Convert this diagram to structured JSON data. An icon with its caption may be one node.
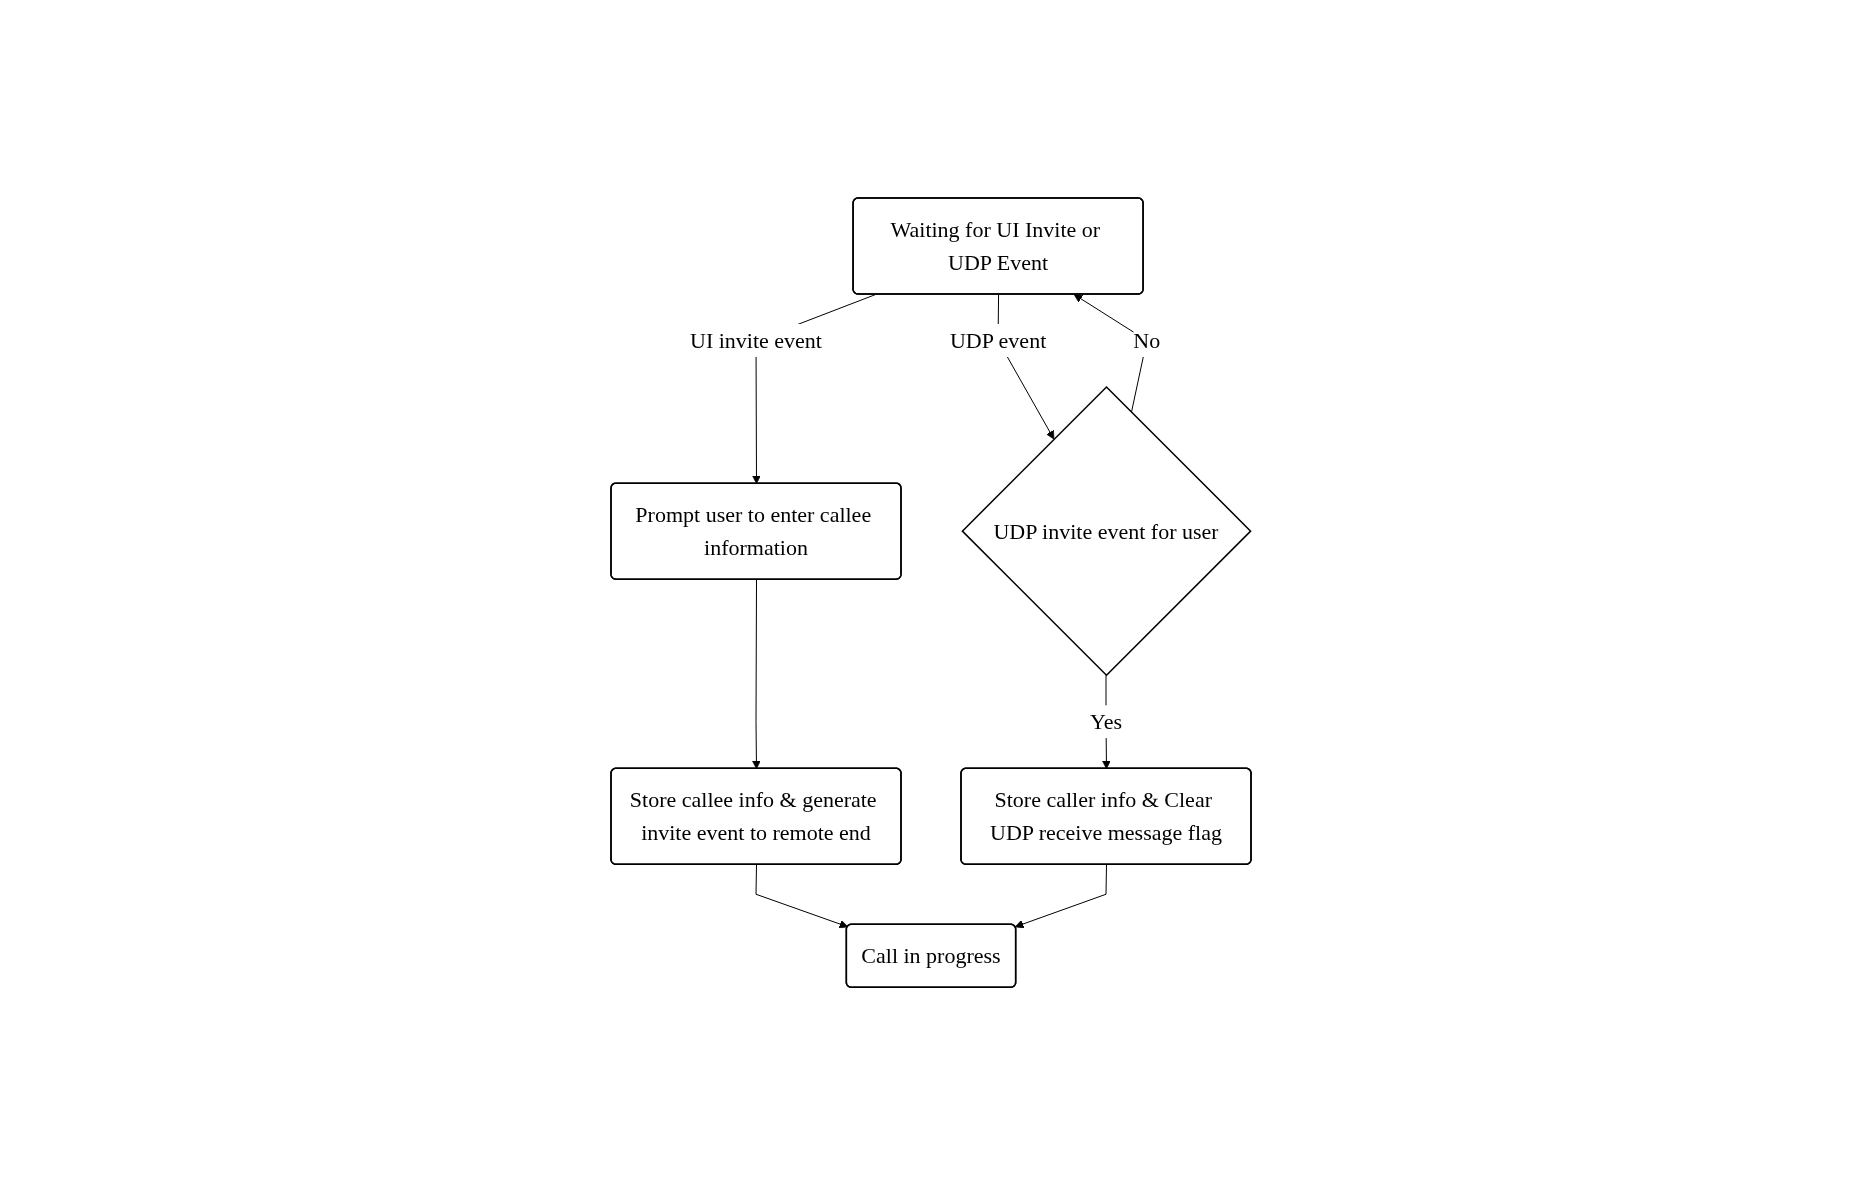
{
  "diagram": {
    "nodes": [
      {
        "text": [
          "Waiting for UI Invite or UDP Event"
        ]
      },
      {
        "text": [
          "Prompt user to enter callee information"
        ]
      },
      {
        "text": [
          "UDP invite event for user"
        ]
      },
      {
        "text": [
          "Store callee info & generate invite event to remote end"
        ]
      },
      {
        "text": [
          "Store caller info & Clear UDP receive message flag"
        ]
      },
      {
        "text": [
          "Call in progress"
        ]
      }
    ],
    "edges": [
      {
        "from": 0,
        "to": 1,
        "arrow": "to",
        "label": "UI invite event"
      },
      {
        "from": 0,
        "to": 2,
        "arrow": "to",
        "label": "UDP event"
      },
      {
        "from": 2,
        "to": 0,
        "arrow": "to",
        "label": "No"
      },
      {
        "from": 1,
        "to": 3,
        "arrow": "to"
      },
      {
        "from": 2,
        "to": 4,
        "arrow": "to",
        "label": "Yes"
      },
      {
        "from": 3,
        "to": 5,
        "arrow": "to"
      },
      {
        "from": 4,
        "to": 5,
        "arrow": "to"
      }
    ]
  }
}
